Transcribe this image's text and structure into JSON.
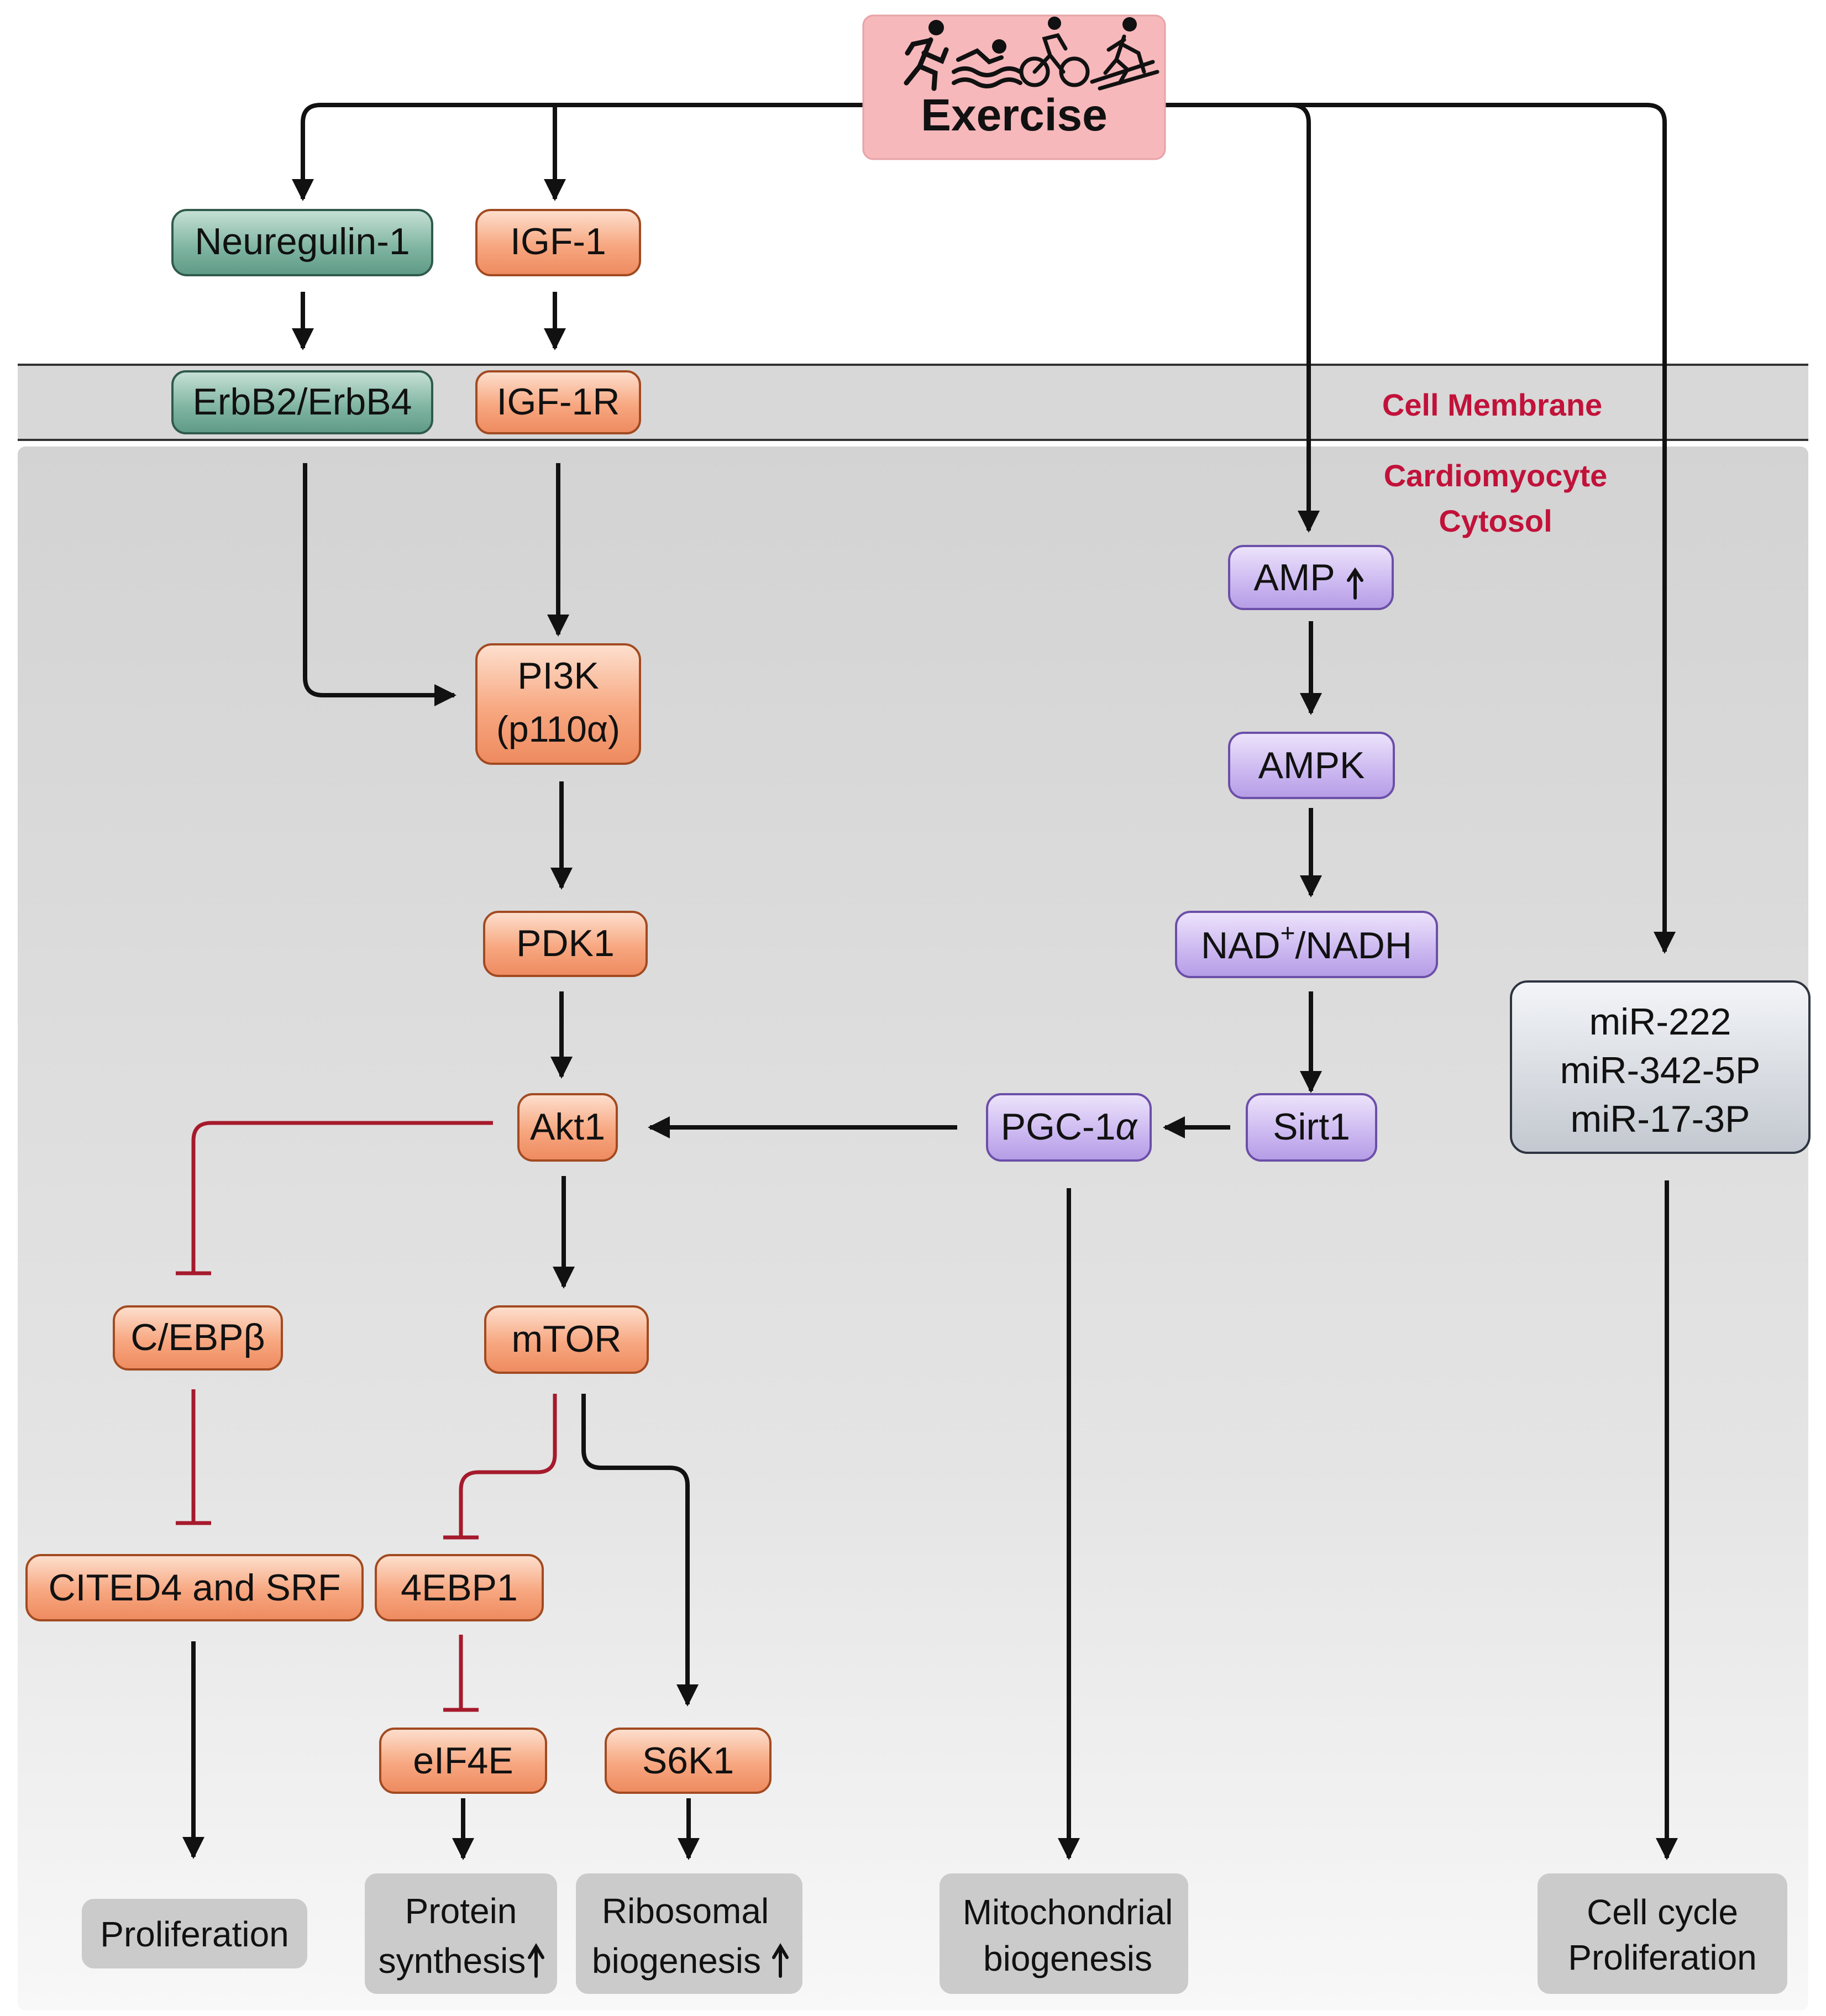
{
  "exercise": {
    "label": "Exercise",
    "icons": [
      "running-icon",
      "swimming-icon",
      "cycling-icon",
      "skiing-icon"
    ]
  },
  "regions": {
    "membrane": "Cell Membrane",
    "cytosol_line1": "Cardiomyocyte",
    "cytosol_line2": "Cytosol"
  },
  "nodes": {
    "neuregulin": "Neuregulin-1",
    "igf1": "IGF-1",
    "erbb": "ErbB2/ErbB4",
    "igf1r": "IGF-1R",
    "pi3k_line1": "PI3K",
    "pi3k_line2": "(p110α)",
    "pdk1": "PDK1",
    "akt1": "Akt1",
    "cebpb": "C/EBPβ",
    "mtor": "mTOR",
    "cited4": "CITED4 and SRF",
    "ebp1": "4EBP1",
    "eif4e": "eIF4E",
    "s6k1": "S6K1",
    "amp": "AMP",
    "ampk": "AMPK",
    "nad_prefix": "NAD",
    "nad_sup": "+",
    "nad_suffix": "/NADH",
    "sirt1": "Sirt1",
    "pgc_prefix": "PGC-1",
    "pgc_alpha": "α",
    "mir_line1": "miR-222",
    "mir_line2": "miR-342-5P",
    "mir_line3": "miR-17-3P"
  },
  "outcomes": {
    "proliferation": "Proliferation",
    "protein_line1": "Protein",
    "protein_line2": "synthesis",
    "ribosomal_line1": "Ribosomal",
    "ribosomal_line2": "biogenesis",
    "mito_line1": "Mitochondrial",
    "mito_line2": "biogenesis",
    "cellcycle_line1": "Cell cycle",
    "cellcycle_line2": "Proliferation"
  },
  "colors": {
    "exercise_fill": "#f6b8bb",
    "orange_fill": "#f5a37e",
    "teal_fill": "#6ea694",
    "purple_fill": "#c7b2ed",
    "gray_box": "#c9c9c9",
    "membrane": "#d9d9d9",
    "inhibit": "#a51a2c",
    "red_label": "#c1123a"
  }
}
